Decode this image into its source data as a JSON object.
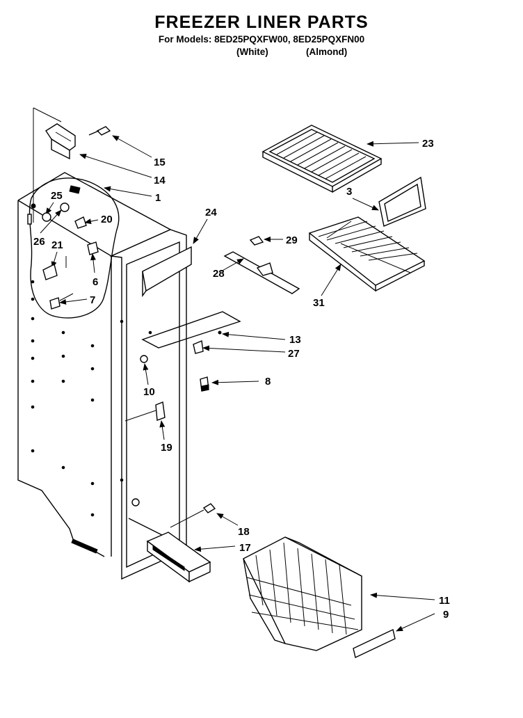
{
  "header": {
    "title": "FREEZER LINER PARTS",
    "subtitle": "For Models: 8ED25PQXFW00, 8ED25PQXFN00",
    "variant_white": "(White)",
    "variant_almond": "(Almond)"
  },
  "callouts": {
    "c1": "1",
    "c3": "3",
    "c6": "6",
    "c7": "7",
    "c8": "8",
    "c9": "9",
    "c10": "10",
    "c11": "11",
    "c13": "13",
    "c14": "14",
    "c15": "15",
    "c17": "17",
    "c18": "18",
    "c19": "19",
    "c20": "20",
    "c21": "21",
    "c23": "23",
    "c24": "24",
    "c25": "25",
    "c26": "26",
    "c27": "27",
    "c28": "28",
    "c29": "29",
    "c31": "31"
  }
}
